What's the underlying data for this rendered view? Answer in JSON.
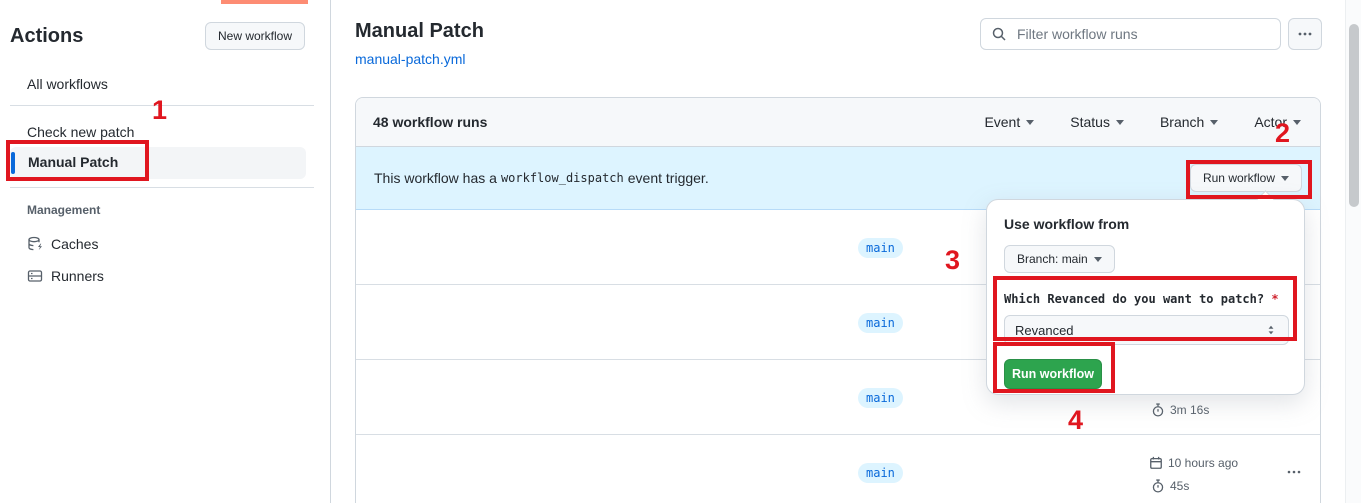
{
  "annotation": {
    "color": "#e0161f",
    "labels": {
      "step1": "1",
      "step2": "2",
      "step3": "3",
      "step4": "4"
    }
  },
  "sidebar": {
    "title": "Actions",
    "new_workflow_label": "New workflow",
    "all_workflows": "All workflows",
    "workflows": {
      "check_new_patch": "Check new patch",
      "manual_patch": "Manual Patch"
    },
    "management_label": "Management",
    "caches": "Caches",
    "runners": "Runners"
  },
  "header": {
    "title": "Manual Patch",
    "file_link": "manual-patch.yml",
    "filter_placeholder": "Filter workflow runs"
  },
  "runs_panel": {
    "count_label": "48 workflow runs",
    "filters": {
      "event": "Event",
      "status": "Status",
      "branch": "Branch",
      "actor": "Actor"
    },
    "banner": {
      "text_before": "This workflow has a",
      "code": "workflow_dispatch",
      "text_after": "event trigger.",
      "run_button": "Run workflow"
    }
  },
  "rows": [
    {
      "branch": "main"
    },
    {
      "branch": "main"
    },
    {
      "branch": "main",
      "duration": "3m 16s"
    },
    {
      "branch": "main",
      "date": "10 hours ago",
      "duration": "45s"
    }
  ],
  "popup": {
    "title": "Use workflow from",
    "branch_selector": "Branch: main",
    "input_label": "Which Revanced do you want to patch?",
    "required": "*",
    "input_value": "Revanced",
    "run_button": "Run workflow"
  },
  "colors": {
    "accent_blue": "#0969da",
    "banner_bg": "#ddf4ff",
    "button_green": "#2da44e",
    "annotation_red": "#e0161f",
    "loading_bar": "#fd8c73"
  }
}
